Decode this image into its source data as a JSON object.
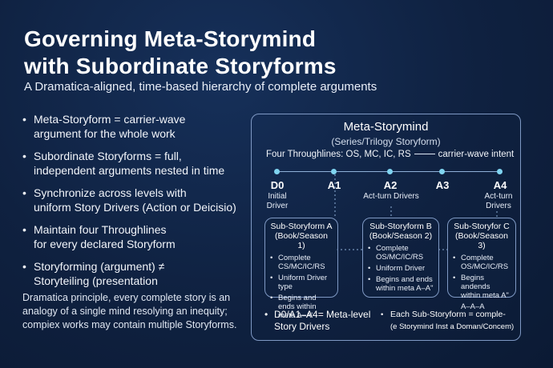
{
  "title": "Governing Meta-Storymind\nwith Subordinate Storyforms",
  "title_line1": "Governing Meta-Storymind",
  "title_line2": "with Subordinate Storyforms",
  "subtitle": "A Dramatica-aligned, time-based hierarchy of complete arguments",
  "bullets": [
    {
      "line1": "Meta-Storyform = carrier-wave",
      "line2": "argument for the whole work"
    },
    {
      "line1": "Subordinate Storyforms = full,",
      "line2": "independent arguments nested in time"
    },
    {
      "line1": "Synchronize across levels with",
      "line2": "uniform Story Drivers (Action or Deicisio)"
    },
    {
      "line1": "Maintain four Throughlines",
      "line2": "for every declared Storyform"
    },
    {
      "line1": "Storyforming (argument) ≠",
      "line2": "Storyteiling (presentation"
    }
  ],
  "principle": "Dramatica principle, every complete story is an analogy of a single mind resolying an inequity; compiex works may contain multiple Storyforms.",
  "panel": {
    "title": "Meta-Storymind",
    "subtitle": "(Series/Trilogy Storyform)",
    "throughlines": "Four Throughlines: OS, MC, IC, RS",
    "intent": "carrier-wave intent"
  },
  "timeline": [
    {
      "label": "D0",
      "sub1": "Initial",
      "sub2": "Driver"
    },
    {
      "label": "A1",
      "sub1": "",
      "sub2": ""
    },
    {
      "label": "A2",
      "sub1": "Act-turn Drivers",
      "sub2": ""
    },
    {
      "label": "A3",
      "sub1": "",
      "sub2": ""
    },
    {
      "label": "A4",
      "sub1": "Act-turn",
      "sub2": "Drivers"
    }
  ],
  "substoryforms": [
    {
      "title": "Sub-Storyform A",
      "subtitle": "(Book/Season 1)",
      "items": [
        "Complete CS/MC/IC/RS",
        "Uniform Driver type",
        "Begins and ends within meta A–A'"
      ]
    },
    {
      "title": "Sub-Storyform B",
      "subtitle": "(Book/Season 2)",
      "items": [
        "Complete OS/MC/IC/RS",
        "Uniform Driver",
        "Begins and ends within meta A–A\""
      ]
    },
    {
      "title": "Sub-Storyfor C",
      "subtitle": "(Book/Season 3)",
      "items": [
        "Complete OS/MC/IC/RS",
        "Begins andends within meta A\"",
        "A–A–A"
      ]
    }
  ],
  "footer": {
    "left_line1": "D0/A1–A4= Meta-level",
    "left_line2": "Story Drivers",
    "right_line1": "Each Sub-Storyform = comple-",
    "right_line2": "(e Storymind Inst a Doman/Concem)"
  },
  "colors": {
    "background": "#0f2140",
    "border": "#7f99c4",
    "node": "#7fd4f0"
  }
}
